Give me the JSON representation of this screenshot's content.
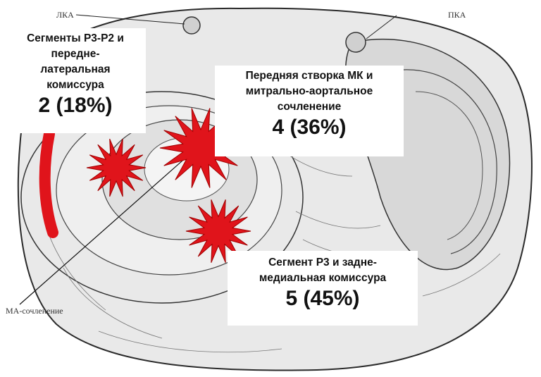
{
  "annotations": {
    "lka": "ЛКА",
    "pka": "ПКА",
    "ma": "МА-сочленение"
  },
  "labels": {
    "segments_p3p2": {
      "text": "Сегменты Р3-Р2 и передне-латеральная комиссура",
      "value": "2 (18%)"
    },
    "anterior_leaflet": {
      "text": "Передняя створка МК и митрально-аортальное сочленение",
      "value": "4 (36%)"
    },
    "segment_p3": {
      "text": "Сегмент Р3 и задне-медиальная комиссура",
      "value": "5 (45%)"
    }
  },
  "colors": {
    "marker": "#e0141b",
    "marker_edge": "#a00000",
    "illustration_line": "#2a2a2a",
    "illustration_fill": "#e6e6e6",
    "label_background": "#ffffff"
  },
  "icons": [
    "red-starburst-marker",
    "red-vertical-bar"
  ]
}
